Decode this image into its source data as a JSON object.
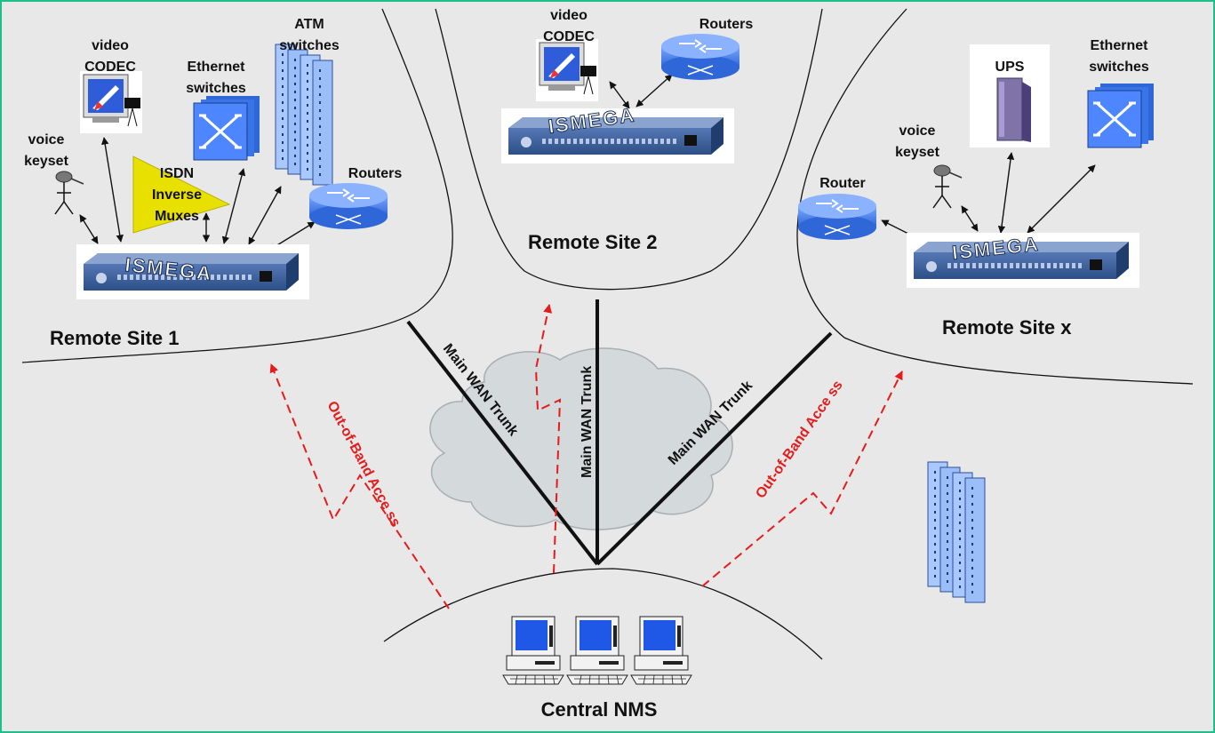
{
  "colors": {
    "background": "#e8e8e8",
    "frame": "#1cc08a",
    "device_blue": "#3a6fd8",
    "oob_red": "#e41c1c",
    "cloud": "#d4d9dc",
    "muxes": "#e8e000",
    "trunk": "#111111"
  },
  "sites": {
    "site1": "Remote Site 1",
    "site2": "Remote Site 2",
    "sitex": "Remote Site x",
    "nms": "Central NMS"
  },
  "device_brand": "ISMEGA",
  "site1_devices": {
    "video": "video",
    "codec": "CODEC",
    "ethernet": "Ethernet",
    "switches": "switches",
    "atm": "ATM",
    "atm_switches": "switches",
    "voice": "voice",
    "keyset": "keyset",
    "isdn": "ISDN",
    "inverse": "Inverse",
    "muxes": "Muxes",
    "routers": "Routers"
  },
  "site2_devices": {
    "video": "video",
    "codec": "CODEC",
    "routers": "Routers"
  },
  "sitex_devices": {
    "ups": "UPS",
    "ethernet": "Ethernet",
    "switches": "switches",
    "voice": "voice",
    "keyset": "keyset",
    "router": "Router"
  },
  "links": {
    "trunk1": "Main WAN Trunk",
    "trunk2": "Main WAN Trunk",
    "trunk3": "Main WAN Trunk",
    "oob1": "Out-of-Band Acce ss",
    "oob2": "Out-of-Band Acce ss"
  }
}
